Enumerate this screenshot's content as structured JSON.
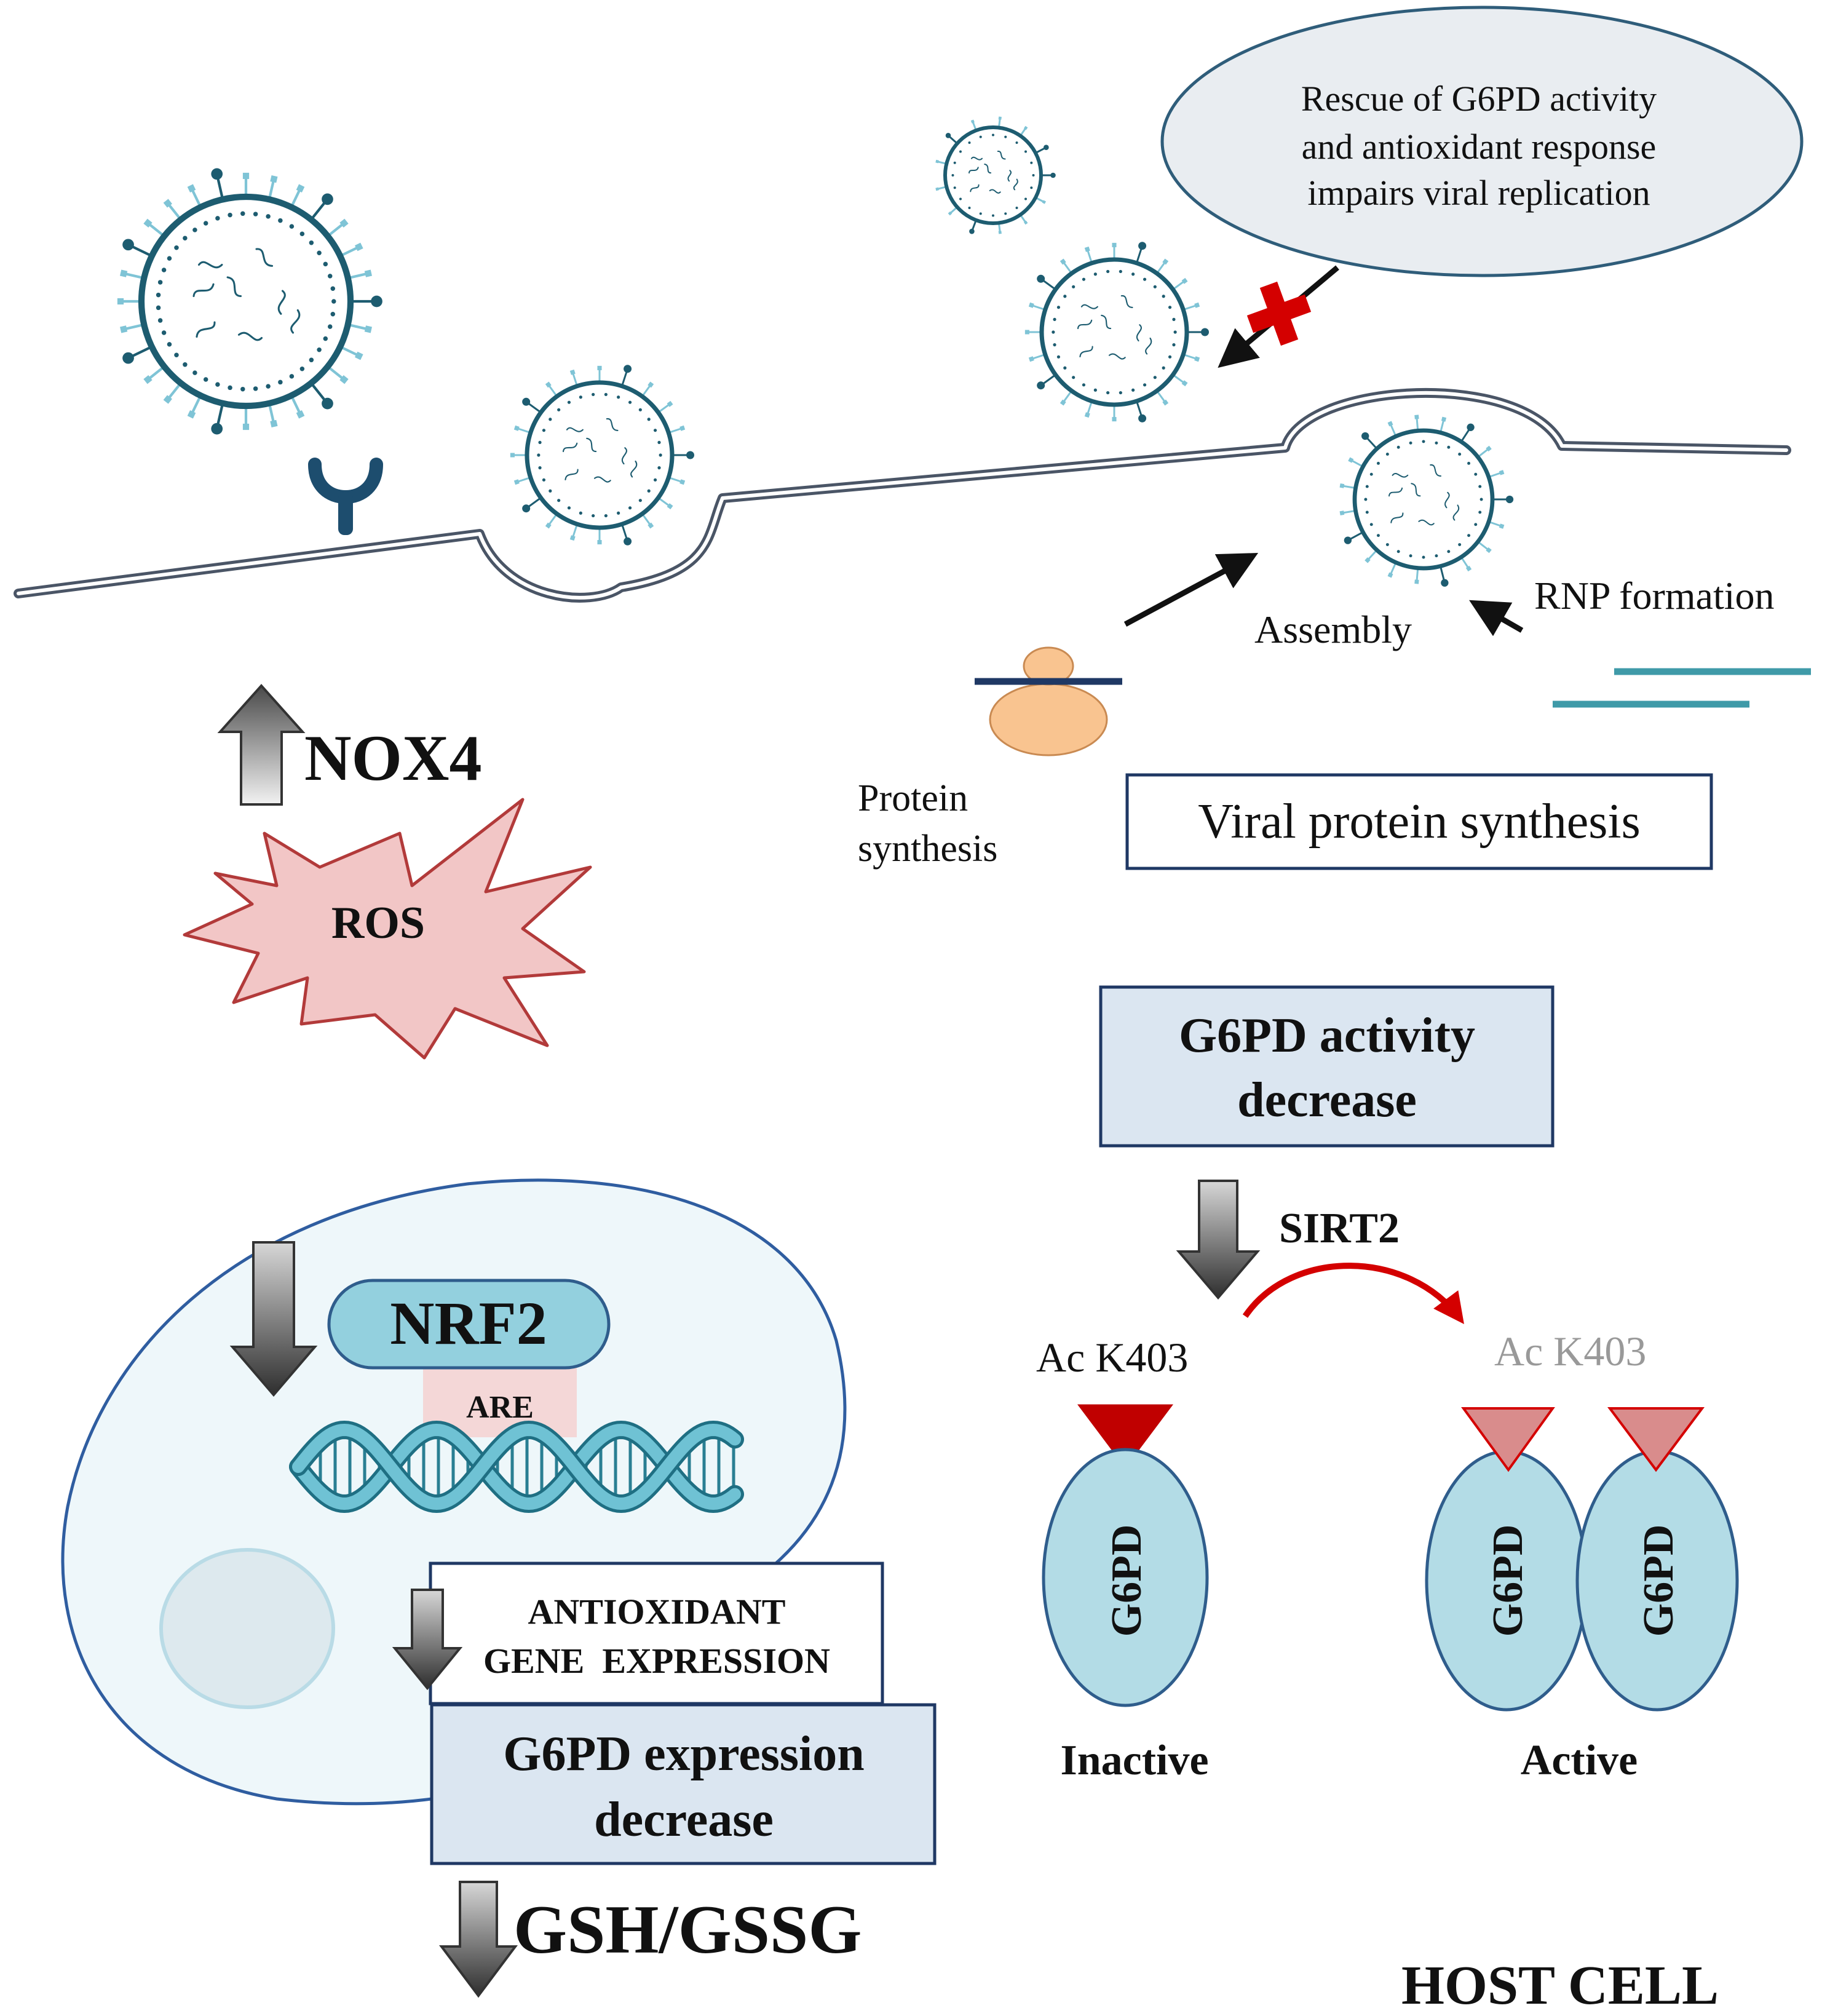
{
  "labels": {
    "rescue_line1": "Rescue of G6PD activity",
    "rescue_line2": "and antioxidant response",
    "rescue_line3": "impairs viral replication",
    "rnp_formation": "RNP formation",
    "assembly": "Assembly",
    "protein_synthesis_line1": "Protein",
    "protein_synthesis_line2": "synthesis",
    "viral_protein_synthesis": "Viral protein synthesis",
    "nox4": "NOX4",
    "ros": "ROS",
    "g6pd_activity_line1": "G6PD activity",
    "g6pd_activity_line2": "decrease",
    "sirt2": "SIRT2",
    "ac_k403_inactive": "Ac K403",
    "ac_k403_active": "Ac K403",
    "g6pd_monomer": "G6PD",
    "g6pd_dimer_left": "G6PD",
    "g6pd_dimer_right": "G6PD",
    "inactive": "Inactive",
    "active": "Active",
    "nrf2": "NRF2",
    "are": "ARE",
    "antioxidant_line1": "ANTIOXIDANT",
    "antioxidant_line2": "GENE  EXPRESSION",
    "g6pd_expression_line1": "G6PD expression",
    "g6pd_expression_line2": "decrease",
    "gsh_gssg": "GSH/GSSG",
    "host_cell": "HOST CELL"
  },
  "colors": {
    "virus_dark": "#1d5c70",
    "virus_light": "#7fc4d6",
    "membrane": "#4a5566",
    "ros_fill": "#f2c6c6",
    "ros_stroke": "#b23a3a",
    "box_fill": "#dbe6f1",
    "box_stroke": "#1f3864",
    "g6pd_fill": "#b3dce6",
    "g6pd_stroke": "#2f5d8c",
    "ac_dark": "#c00000",
    "ac_light": "#d98c8c",
    "nrf2_fill": "#93d0de",
    "are_fill": "#f4d7d7",
    "nucleus_fill": "#eef7fa",
    "ribosome": "#f9c490",
    "rna_line": "#3f9aa8",
    "inhibit_red": "#d40000",
    "arrow_black": "#111111"
  }
}
